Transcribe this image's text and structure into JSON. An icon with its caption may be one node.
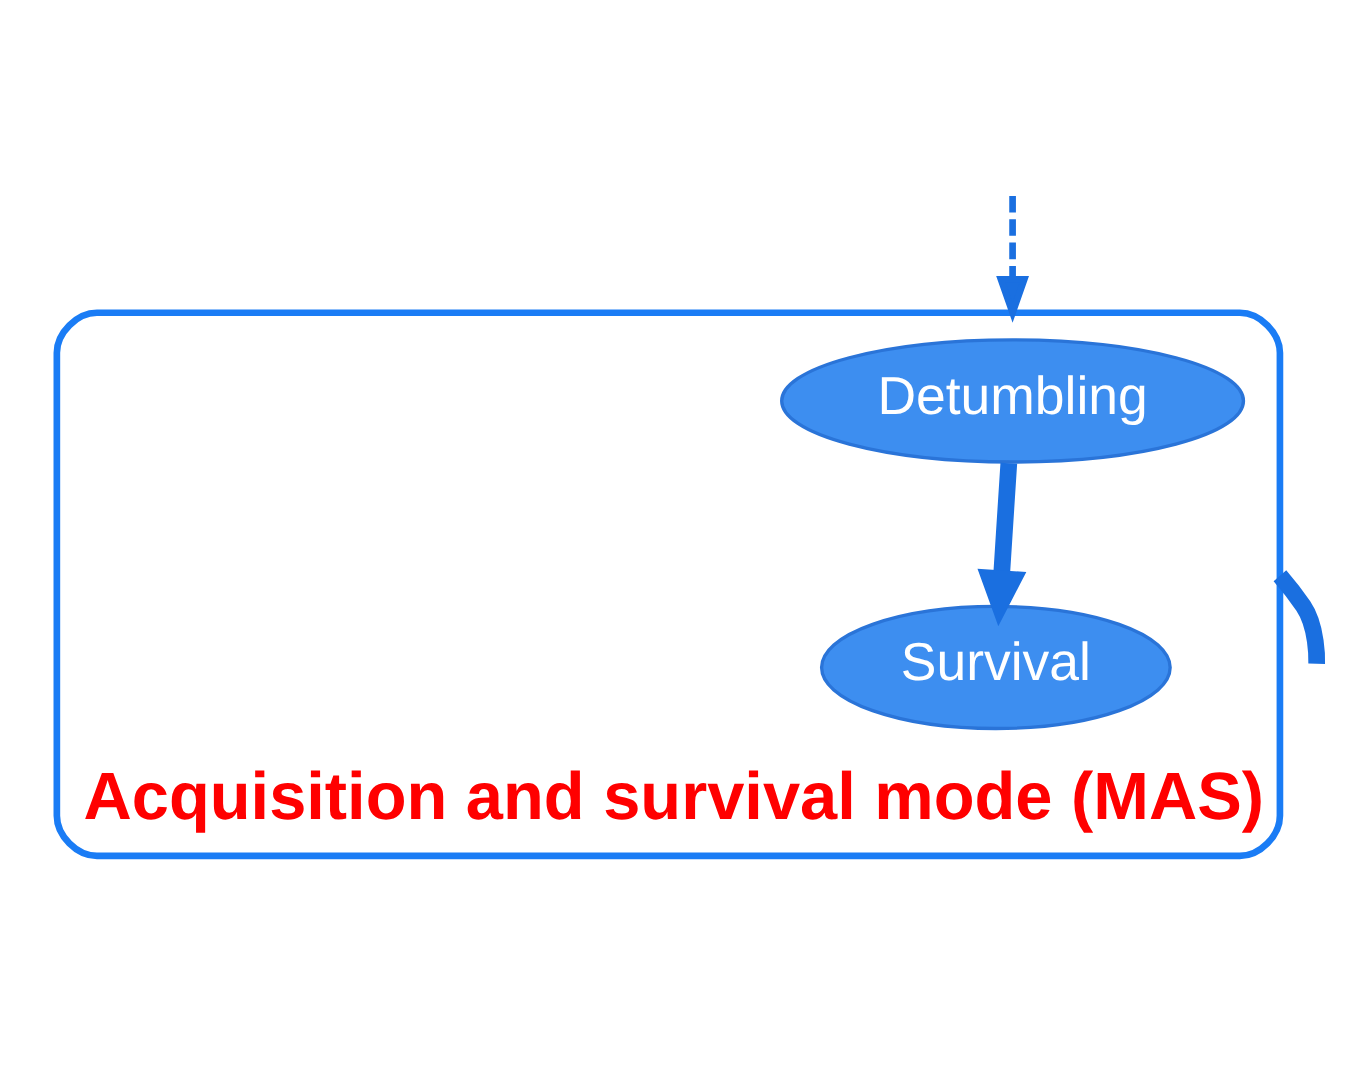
{
  "diagram": {
    "nodes": [
      {
        "text": [
          "Acquisition and survival mode (MAS)"
        ]
      },
      {
        "text": [
          "Detumbling"
        ],
        "in": 0
      },
      {
        "text": [
          "Survival"
        ],
        "in": 0
      }
    ],
    "edges": [
      {
        "from": 1,
        "to": 2,
        "arrow": "to"
      },
      {
        "from": null,
        "to": 0,
        "arrow": "to",
        "style": "dashed"
      },
      {
        "from": 0,
        "to": null,
        "arrow": "none"
      }
    ]
  }
}
